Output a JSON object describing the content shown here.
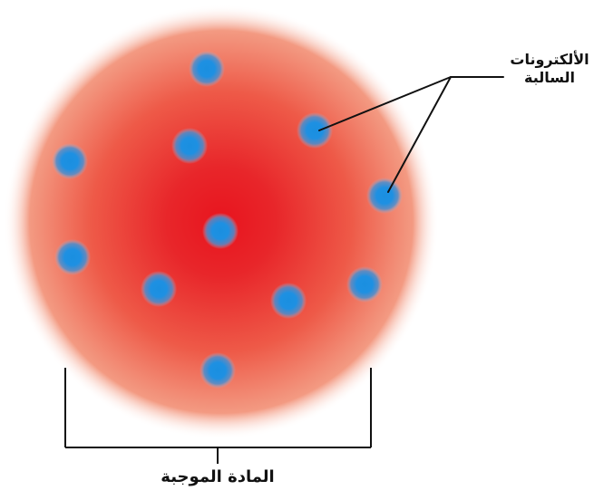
{
  "diagram": {
    "electrons_label": {
      "line1": "الألكترونات",
      "line2": "السالبة"
    },
    "positive_matter_label": "المادة الموجبة",
    "electron_count": 11,
    "colors": {
      "sphere_center": "#e8141e",
      "sphere_mid": "#ee5a48",
      "sphere_edge": "#f7b8a4",
      "electron_core": "#1a8fe0",
      "electron_glow": "#9fb8d8",
      "line": "#111111"
    }
  }
}
